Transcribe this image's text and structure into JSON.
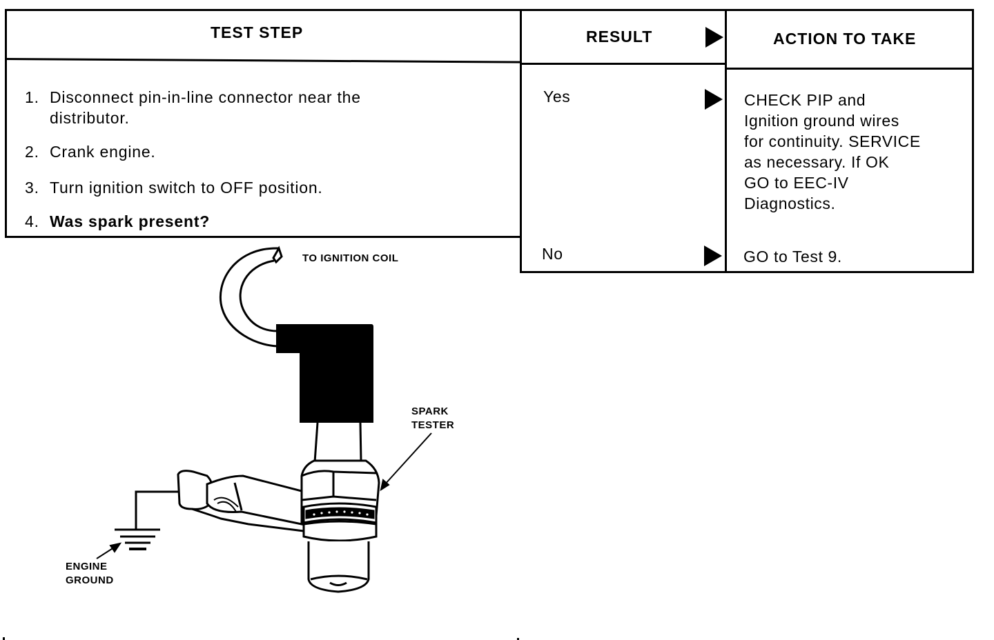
{
  "table": {
    "headers": {
      "test_step": "TEST STEP",
      "result": "RESULT",
      "action": "ACTION TO TAKE"
    },
    "steps": [
      {
        "num": "1.",
        "text": "Disconnect pin-in-line connector near the distributor.",
        "bold": false
      },
      {
        "num": "2.",
        "text": "Crank engine.",
        "bold": false
      },
      {
        "num": "3.",
        "text": "Turn ignition switch to OFF position.",
        "bold": false
      },
      {
        "num": "4.",
        "text": "Was spark present?",
        "bold": true
      }
    ],
    "results": [
      {
        "result": "Yes",
        "action_lines": [
          "CHECK PIP and",
          "Ignition ground wires",
          "for continuity. SERVICE",
          "as necessary. If OK",
          "GO to EEC-IV",
          "Diagnostics."
        ]
      },
      {
        "result": "No",
        "action_lines": [
          "GO to Test 9."
        ]
      }
    ]
  },
  "diagram": {
    "labels": {
      "ignition_coil": "TO IGNITION COIL",
      "spark_tester_line1": "SPARK",
      "spark_tester_line2": "TESTER",
      "engine_ground_line1": "ENGINE",
      "engine_ground_line2": "GROUND"
    }
  },
  "icons": {
    "result_arrow": "right-pointing-triangle"
  }
}
